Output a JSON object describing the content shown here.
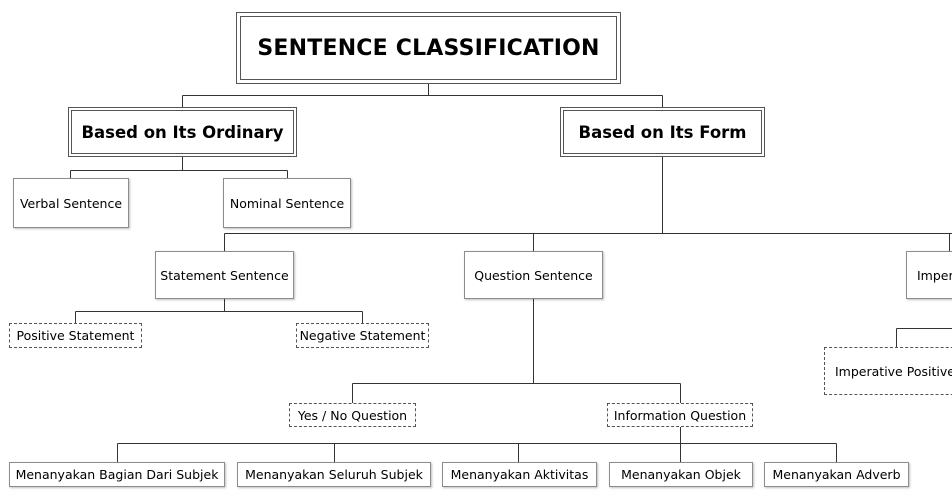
{
  "title": "SENTENCE CLASSIFICATION",
  "branches": {
    "ordinary": "Based on Its Ordinary",
    "form": "Based on Its Form"
  },
  "ordinary_children": {
    "verbal": "Verbal Sentence",
    "nominal": "Nominal Sentence"
  },
  "form_children": {
    "statement": "Statement Sentence",
    "question": "Question Sentence",
    "imperative": "Imper"
  },
  "statement_children": {
    "positive": "Positive Statement",
    "negative": "Negative Statement"
  },
  "question_children": {
    "yes_no": "Yes / No Question",
    "information": "Information Question"
  },
  "imperative_children": {
    "positive": "Imperative Positive"
  },
  "information_children": [
    "Menanyakan Bagian Dari Subjek",
    "Menanyakan Seluruh Subjek",
    "Menanyakan Aktivitas",
    "Menanyakan Objek",
    "Menanyakan Adverb"
  ]
}
